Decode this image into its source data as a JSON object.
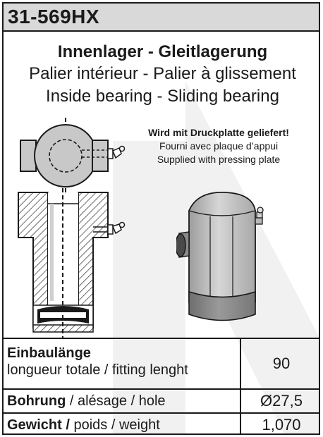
{
  "product": {
    "code": "31-569HX"
  },
  "titles": {
    "de": "Innenlager - Gleitlagerung",
    "fr": "Palier intérieur - Palier à glissement",
    "en": "Inside bearing - Sliding bearing"
  },
  "note": {
    "de": "Wird mit Druckplatte geliefert!",
    "fr": "Fourni avec plaque d’appui",
    "en": "Supplied with pressing plate"
  },
  "specs": {
    "length": {
      "label_bold": "Einbaulänge",
      "label_rest": "longueur totale / fitting lenght",
      "value": "90"
    },
    "bore": {
      "label_bold": "Bohrung",
      "label_rest": " / alésage / hole",
      "value": "Ø27,5"
    },
    "weight": {
      "label_bold": "Gewicht /",
      "label_rest": " poids / weight",
      "value": "1,070"
    }
  },
  "colors": {
    "header_bg": "#d9d9d9",
    "watermark": "#f1f1f1",
    "body_gray": "#bdbdbd",
    "band_gray": "#8a8a8a",
    "ink": "#1a1a1a"
  },
  "icons": [
    "brand-watermark",
    "top-view-drawing",
    "section-view-drawing",
    "bearing-3d-view",
    "grease-nipple-icon"
  ]
}
